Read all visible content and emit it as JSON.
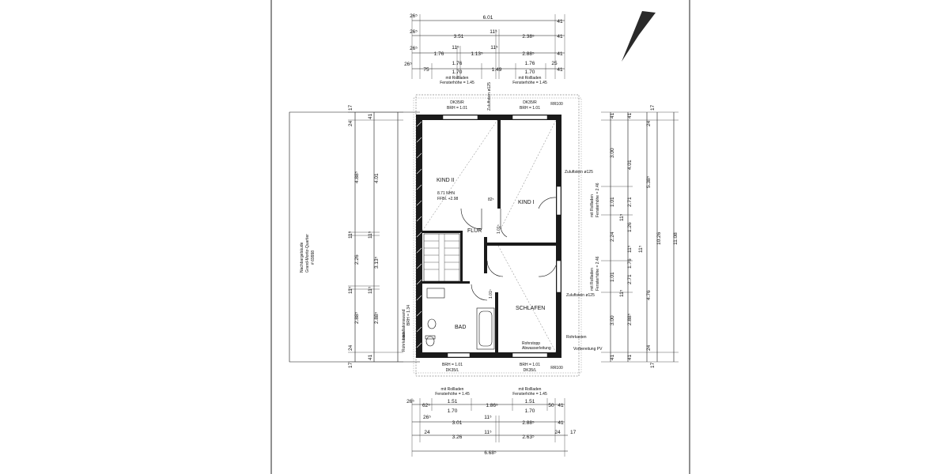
{
  "top_dims": {
    "row1": [
      "26⁵",
      "6.01",
      "41"
    ],
    "row2": [
      "26⁵",
      "3.51",
      "11⁵",
      "2.38⁵",
      "41"
    ],
    "row3": [
      "26⁵",
      "1.76",
      "11⁵",
      "1.13⁵",
      "11⁵",
      "2.88⁵",
      "41"
    ],
    "row4": [
      "26⁵",
      "1.76",
      "1.76",
      "25"
    ],
    "row5": [
      "75",
      "1.70",
      "1.49",
      "1.70",
      "41"
    ]
  },
  "bottom_dims": {
    "row1": [
      "26⁵",
      "62⁵",
      "1.51",
      "1.86⁵",
      "1.51",
      "50",
      "41"
    ],
    "row2": [
      "1.70",
      "1.70"
    ],
    "row3": [
      "26⁵",
      "3.01",
      "11⁵",
      "2.88⁵",
      "41"
    ],
    "row4": [
      "24",
      "3.26",
      "11⁵",
      "2.63⁵",
      "24",
      "17"
    ],
    "row5": [
      "6.68⁵"
    ]
  },
  "right_dims": {
    "col1": [
      "41",
      "3.00",
      "1.01",
      "2.24",
      "1.01",
      "3.00",
      "41"
    ],
    "col2": [
      "41",
      "4.01",
      "2.71",
      "1.26",
      "11⁵",
      "1.76",
      "2.71",
      "2.88⁵",
      "41"
    ],
    "col3": [
      "11⁵",
      "11⁵",
      "11⁵"
    ],
    "col4": [
      "24",
      "5.38⁵",
      "4.76",
      "24"
    ],
    "col5": [
      "17",
      "10.26",
      "17"
    ],
    "col6": [
      "11.08"
    ]
  },
  "left_dims": {
    "col_a": [
      "17",
      "24",
      "4.88⁵",
      "11⁵",
      "2.26",
      "11⁵",
      "2.88⁵",
      "24",
      "17"
    ],
    "col_b": [
      "41",
      "4.01",
      "11⁵",
      "3.13⁵",
      "11⁵",
      "2.88⁵",
      "41"
    ]
  },
  "neighbor_label": [
    "Nachbargebäude",
    "Grand-Moritz-Quartier",
    "# 69998"
  ],
  "rooms": {
    "kind2": "KIND II",
    "kind1": "KIND I",
    "flur": "FLUR",
    "schlafen": "SCHLAFEN",
    "bad": "BAD"
  },
  "level_info": [
    "8.71 NHN",
    "FFBI. +2.98"
  ],
  "notes": {
    "rollladen_top_left": [
      "mit Rollladen",
      "Fensterhöhe = 1.45"
    ],
    "rollladen_top_right": [
      "mit Rollladen",
      "Fensterhöhe = 1.45"
    ],
    "rollladen_bot_left": [
      "mit Rollladen",
      "Fensterhöhe = 1.45"
    ],
    "rollladen_bot_right": [
      "mit Rollladen",
      "Fensterhöhe = 1.45"
    ],
    "window_top_left": [
      "DK35/R",
      "BRH = 1.01"
    ],
    "window_top_right": [
      "DK35/R",
      "BRH = 1.01"
    ],
    "window_bot_left": [
      "BRH = 1.01",
      "DK35/L"
    ],
    "window_bot_right": [
      "BRH = 1.01",
      "DK35/L"
    ],
    "rr100_top": "RR100",
    "rr100_bot": "RR100",
    "zuluft_top": "Zuluftstein ø125",
    "zuluft_right1": "Zuluftstein ø125",
    "zuluft_right2": "Zuluftstein ø125",
    "rollladen_right1": [
      "mit Rollladen",
      "Fensterhöhe = 2.46"
    ],
    "rollladen_right2": [
      "mit Rollladen",
      "Fensterhöhe = 2.46"
    ],
    "rohrkasten_left": "Rohrkasten",
    "rohrkasten_right": "Rohrkasten",
    "vorbereitung_pv": "Vorbereitung PV",
    "rr_stopp": [
      "Rohrstopp",
      "Abwasserleitung"
    ],
    "inst_wall": [
      "Installationswand",
      "BRH = 1.34"
    ],
    "flur_val": "82⁵",
    "door_label1": "1.01⁵",
    "door_label2": "1.01⁵"
  },
  "colors": {
    "wall": "#1a1a1a",
    "line": "#111111",
    "paper": "#ffffff"
  }
}
